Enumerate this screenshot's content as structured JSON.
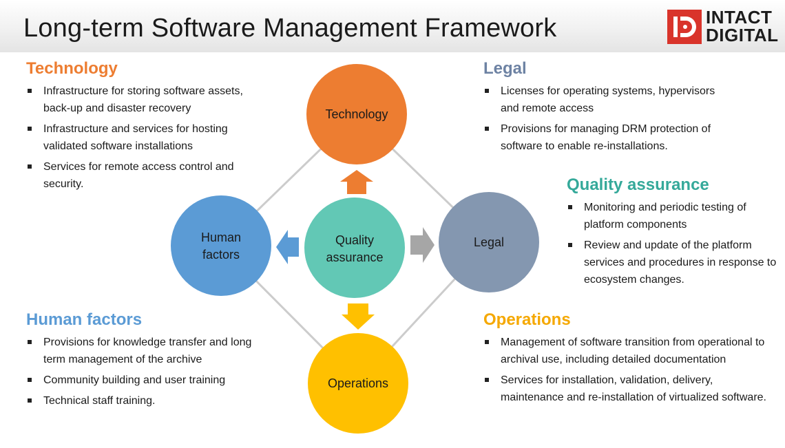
{
  "header": {
    "title": "Long-term Software Management Framework",
    "logo": {
      "line1": "INTACT",
      "line2": "DIGITAL",
      "icon": "intact-digital-logo-icon",
      "color": "#d9342b"
    }
  },
  "colors": {
    "technology": "#ed7d31",
    "legal": "#8497b0",
    "quality": "#62c8b5",
    "human": "#5b9bd5",
    "operations": "#ffc000",
    "legal_heading": "#6d82a3",
    "qa_heading": "#35a99a",
    "operations_heading": "#f5a800",
    "legal_arrow": "#a6a6a6",
    "connector": "#cccccc"
  },
  "diagram": {
    "technology": "Technology",
    "legal": "Legal",
    "quality_line1": "Quality",
    "quality_line2": "assurance",
    "human_line1": "Human",
    "human_line2": "factors",
    "operations": "Operations"
  },
  "sections": {
    "technology": {
      "heading": "Technology",
      "items": [
        "Infrastructure for storing software assets, back-up and disaster recovery",
        "Infrastructure and services for hosting validated software installations",
        "Services for remote access control and security."
      ]
    },
    "legal": {
      "heading": "Legal",
      "items": [
        "Licenses for operating systems, hypervisors and remote access",
        "Provisions for managing DRM protection of software to enable re-installations."
      ]
    },
    "quality": {
      "heading": "Quality assurance",
      "items": [
        "Monitoring and periodic testing of platform components",
        "Review and update of the platform services and procedures in response to ecosystem changes."
      ]
    },
    "human": {
      "heading": "Human factors",
      "items": [
        "Provisions for knowledge  transfer and long term management of the archive",
        "Community building and user training",
        "Technical staff training."
      ]
    },
    "operations": {
      "heading": "Operations",
      "items": [
        "Management of software transition from operational to archival use, including detailed documentation",
        "Services for installation, validation, delivery, maintenance and re-installation of virtualized software."
      ]
    }
  }
}
